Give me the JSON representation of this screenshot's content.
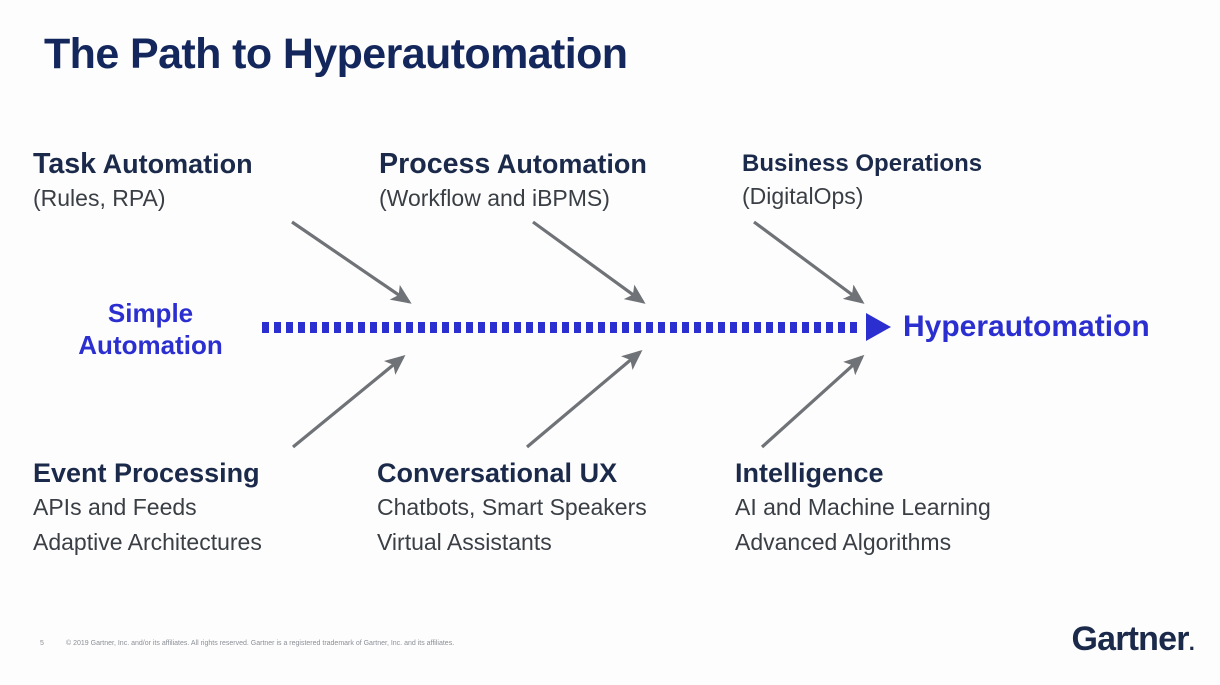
{
  "slide": {
    "title": "The Path to Hyperautomation",
    "background_color": "#fdfdfd",
    "title_color": "#14275c",
    "accent_blue": "#2c2fd0",
    "arrow_gray": "#6f7276"
  },
  "center": {
    "start_label_line1": "Simple",
    "start_label_line2": "Automation",
    "end_label": "Hyperautomation",
    "connector_style": "dotted-arrow"
  },
  "top_nodes": [
    {
      "heading_lead": "Task",
      "heading_rest": " Automation",
      "subtitle": "(Rules, RPA)"
    },
    {
      "heading_lead": "Process",
      "heading_rest": " Automation",
      "subtitle": "(Workflow and iBPMS)"
    },
    {
      "heading_lead": "Business",
      "heading_rest": " Operations",
      "subtitle": "(DigitalOps)"
    }
  ],
  "bottom_nodes": [
    {
      "heading_lead": "Event",
      "heading_rest": " Processing",
      "subtitle_line1": "APIs and Feeds",
      "subtitle_line2": "Adaptive Architectures"
    },
    {
      "heading_lead": "Conversational",
      "heading_rest": " UX",
      "subtitle_line1": "Chatbots, Smart Speakers",
      "subtitle_line2": "Virtual Assistants"
    },
    {
      "heading_lead": "Intelligence",
      "heading_rest": "",
      "subtitle_line1": "AI and Machine Learning",
      "subtitle_line2": "Advanced Algorithms"
    }
  ],
  "footer": {
    "page_number": "5",
    "copyright": "© 2019 Gartner, Inc. and/or its affiliates. All rights reserved. Gartner is a registered trademark of Gartner, Inc. and its affiliates.",
    "logo_text": "Gartner",
    "logo_dot": "."
  }
}
